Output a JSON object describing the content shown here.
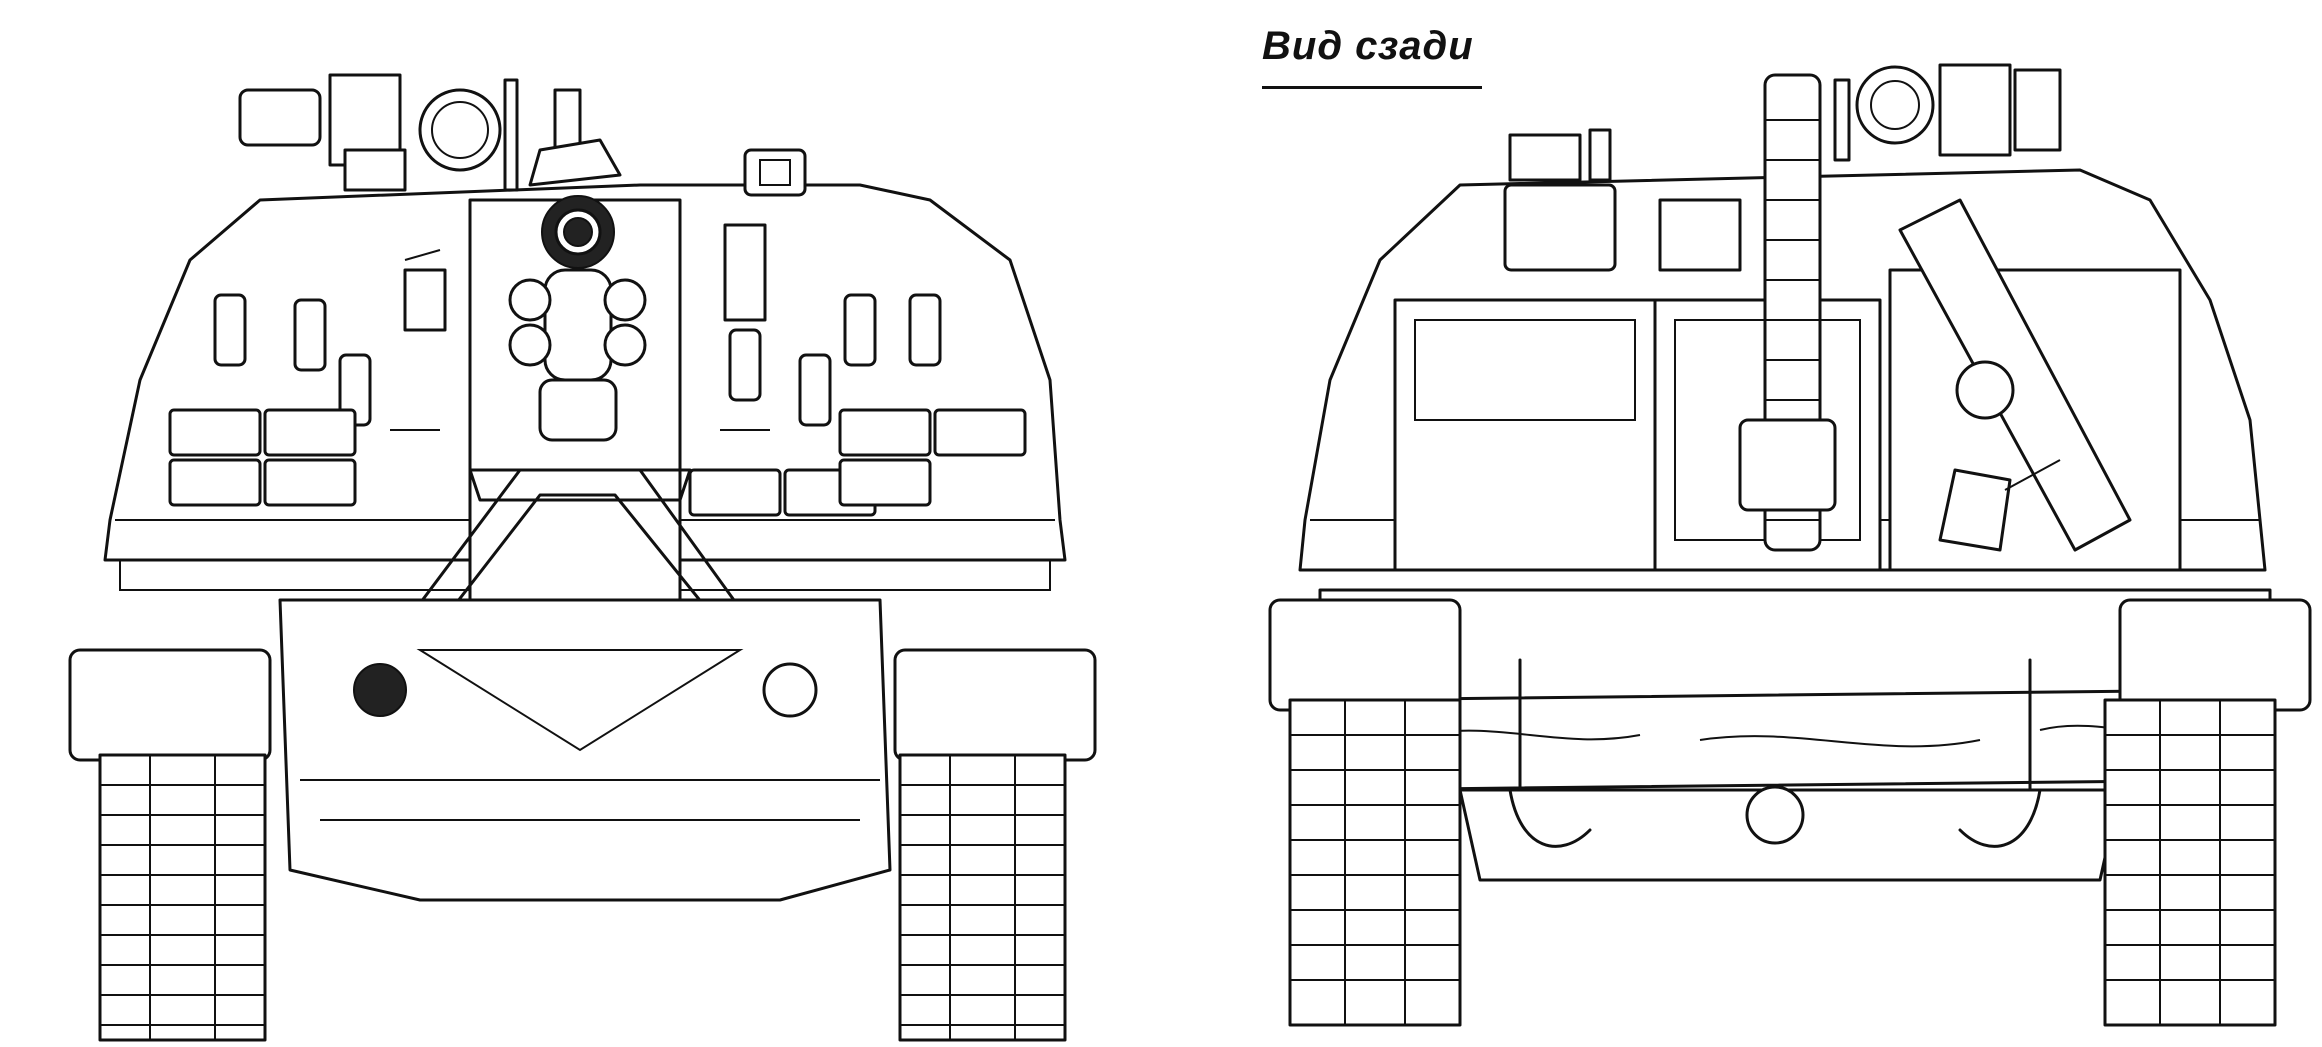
{
  "rear_view": {
    "caption": "Вид сзади"
  },
  "views": [
    {
      "name": "front-view",
      "semantic": "self-propelled-howitzer-front-view"
    },
    {
      "name": "rear-view",
      "semantic": "self-propelled-howitzer-rear-view"
    }
  ],
  "colors": {
    "ink": "#111111",
    "paper": "#ffffff"
  }
}
